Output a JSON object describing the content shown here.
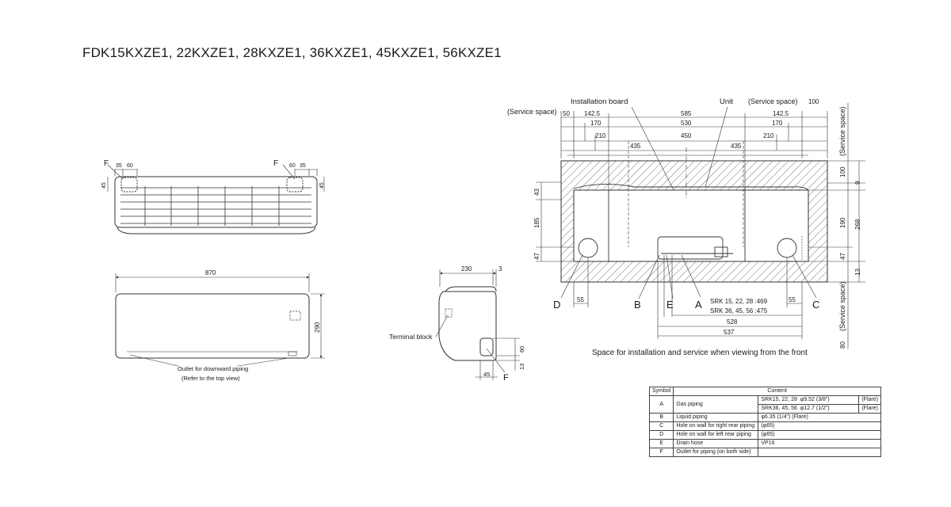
{
  "title": "FDK15KXZE1, 22KXZE1, 28KXZE1, 36KXZE1, 45KXZE1, 56KXZE1",
  "top_view": {
    "label_f": "F",
    "dim_35": "35",
    "dim_60": "60",
    "dim_45": "45"
  },
  "front_view": {
    "dim_width": "870",
    "dim_height": "290",
    "note_line1": "Outlet for downward piping",
    "note_line2": "(Refer to the top view)"
  },
  "side_view": {
    "dim_depth": "230",
    "dim_3": "3",
    "terminal_block": "Terminal block",
    "dim_60": "60",
    "dim_13": "13",
    "dim_45": "45",
    "label_f": "F"
  },
  "install_view": {
    "installation_board": "Installation board",
    "unit": "Unit",
    "service_space": "(Service space)",
    "service_space_v": "(Service space)",
    "dims_top": {
      "d50": "50",
      "d1425": "142.5",
      "d585": "585",
      "d1425r": "142.5",
      "d100": "100",
      "d170": "170",
      "d530": "530",
      "d170r": "170",
      "d210": "210",
      "d450": "450",
      "d210r": "210",
      "d435": "435",
      "d435r": "435"
    },
    "dims_left": {
      "d43": "43",
      "d185": "185",
      "d47": "47"
    },
    "dims_right": {
      "d100": "100",
      "d9": "9",
      "d190": "190",
      "d268": "268",
      "d47": "47",
      "d13": "13",
      "d80": "80"
    },
    "dims_bottom": {
      "d55": "55",
      "d55r": "55",
      "srk_a": "SRK 15, 22, 28 :469",
      "srk_b": "SRK 36, 45, 56 :475",
      "d528": "528",
      "d537": "537"
    },
    "labels": {
      "a": "A",
      "b": "B",
      "c": "C",
      "d": "D",
      "e": "E"
    },
    "caption": "Space for installation and service when viewing from the front"
  },
  "legend": {
    "header_symbol": "Symbol",
    "header_content": "Content",
    "rows": [
      {
        "symbol": "A",
        "content": "Gas piping",
        "sub": [
          {
            "model": "SRK15, 22, 28",
            "size": "φ9.52 (3/8\")",
            "type": "(Flare)"
          },
          {
            "model": "SRK36, 45, 56",
            "size": "φ12.7 (1/2\")",
            "type": "(Flare)"
          }
        ]
      },
      {
        "symbol": "B",
        "content": "Liquid piping",
        "detail": "φ6.35 (1/4\")   (Flare)"
      },
      {
        "symbol": "C",
        "content": "Hole on wall for right rear piping",
        "detail": "(φ65)"
      },
      {
        "symbol": "D",
        "content": "Hole on wall for left rear piping",
        "detail": "(φ65)"
      },
      {
        "symbol": "E",
        "content": "Drain hose",
        "detail": "VP16"
      },
      {
        "symbol": "F",
        "content": "Outlet for piping (on both side)",
        "detail": ""
      }
    ]
  }
}
